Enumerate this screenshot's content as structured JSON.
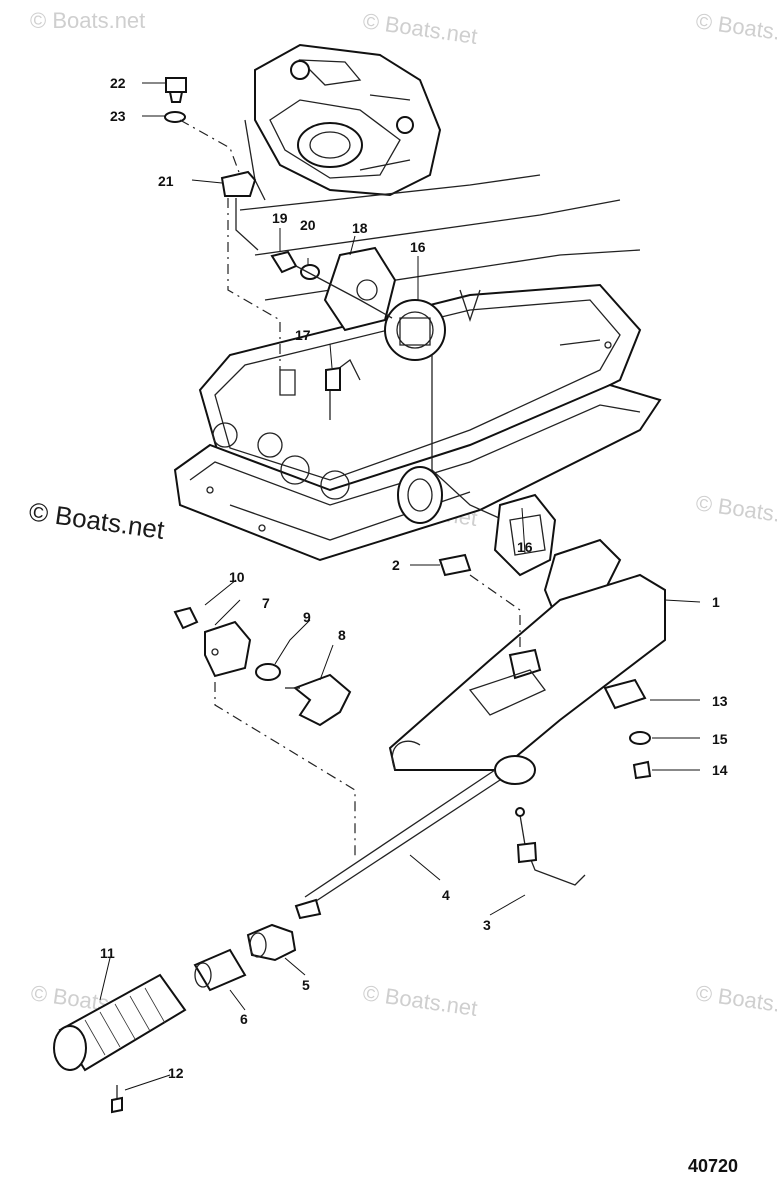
{
  "watermark": "© Boats.net",
  "watermark_left": "© Boats.net",
  "figure_number": "40720",
  "callouts": {
    "c1": "1",
    "c2": "2",
    "c3": "3",
    "c4": "4",
    "c5": "5",
    "c6": "6",
    "c7": "7",
    "c8": "8",
    "c9": "9",
    "c10": "10",
    "c11": "11",
    "c12": "12",
    "c13": "13",
    "c14": "14",
    "c15": "15",
    "c16a": "16",
    "c16b": "16",
    "c17": "17",
    "c18": "18",
    "c19": "19",
    "c20": "20",
    "c21": "21",
    "c22": "22",
    "c23": "23"
  }
}
